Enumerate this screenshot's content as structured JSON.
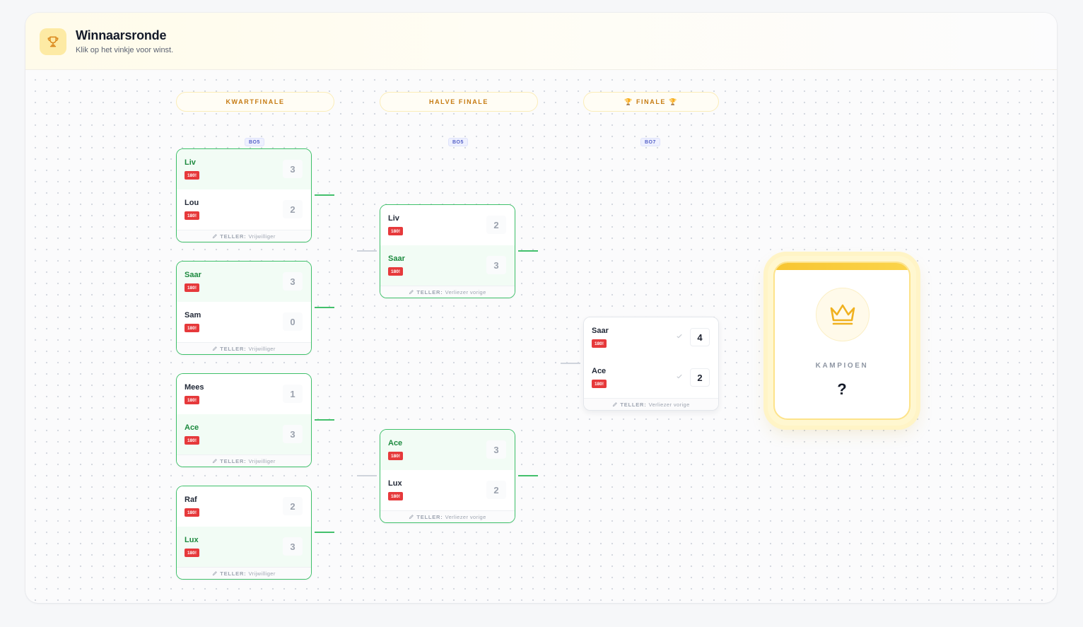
{
  "header": {
    "title": "Winnaarsronde",
    "subtitle": "Klik op het vinkje voor winst.",
    "icon": "trophy-icon"
  },
  "rounds": [
    {
      "label": "KWARTFINALE",
      "bo": "BO5"
    },
    {
      "label": "HALVE FINALE",
      "bo": "BO5"
    },
    {
      "label": "🏆 FINALE 🏆",
      "bo": "BO7"
    }
  ],
  "tag_label": "180!",
  "teller_label": "TELLER:",
  "matches": {
    "qf1": {
      "p1": "Liv",
      "s1": "3",
      "p2": "Lou",
      "s2": "2",
      "teller": "Vrijwilliger"
    },
    "qf2": {
      "p1": "Saar",
      "s1": "3",
      "p2": "Sam",
      "s2": "0",
      "teller": "Vrijwilliger"
    },
    "qf3": {
      "p1": "Mees",
      "s1": "1",
      "p2": "Ace",
      "s2": "3",
      "teller": "Vrijwilliger"
    },
    "qf4": {
      "p1": "Raf",
      "s1": "2",
      "p2": "Lux",
      "s2": "3",
      "teller": "Vrijwilliger"
    },
    "sf1": {
      "p1": "Liv",
      "s1": "2",
      "p2": "Saar",
      "s2": "3",
      "teller": "Verliezer vorige"
    },
    "sf2": {
      "p1": "Ace",
      "s1": "3",
      "p2": "Lux",
      "s2": "2",
      "teller": "Verliezer vorige"
    },
    "final": {
      "p1": "Saar",
      "s1": "4",
      "p2": "Ace",
      "s2": "2",
      "teller": "Verliezer vorige"
    }
  },
  "champion": {
    "label": "KAMPIOEN",
    "name": "?",
    "icon": "crown-icon"
  },
  "colors": {
    "winner_green": "#3fc16a",
    "accent_gold": "#f7c531",
    "tag_red": "#e6393b",
    "round_label": "#c67b12"
  }
}
